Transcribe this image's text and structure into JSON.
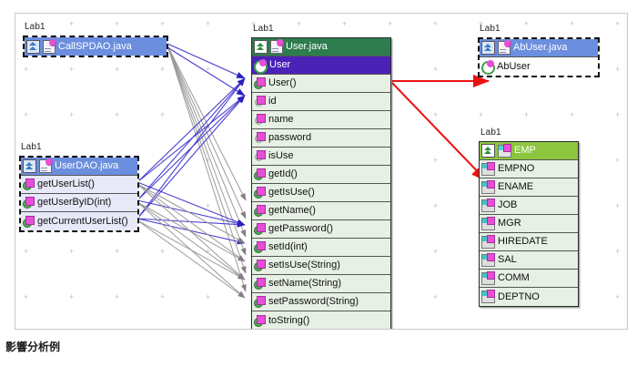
{
  "caption": "影響分析例",
  "canvas": {
    "grid_label": "+",
    "grid_spacing": 50
  },
  "colors": {
    "header_green": "#2e7d4f",
    "header_blue": "#6b8ede",
    "header_lime": "#8cc63f",
    "row_green_light": "#e6f0e4",
    "row_lavender": "#e7e8f8",
    "row_selected_purple": "#4a22b8",
    "impact_arrow_red": "#ee1111",
    "call_edge_blue": "#4a3fd0",
    "call_edge_gray": "#9a9a9a",
    "node_border": "#2b2b2b"
  },
  "nodes": [
    {
      "id": "callspdao",
      "lab": "Lab1",
      "selected": true,
      "header": {
        "text": "CallSPDAO.java",
        "icons": [
          "tree-icon",
          "java-file-icon"
        ],
        "style": "blue"
      },
      "rows": []
    },
    {
      "id": "userdao",
      "lab": "Lab1",
      "selected": true,
      "header": {
        "text": "UserDAO.java",
        "icons": [
          "tree-icon",
          "java-file-icon"
        ],
        "style": "blue"
      },
      "rows": [
        {
          "text": "getUserList()",
          "icon": "method-icon",
          "style": "lavender"
        },
        {
          "text": "getUserByID(int)",
          "icon": "method-icon",
          "style": "lavender"
        },
        {
          "text": "getCurrentUserList()",
          "icon": "method-icon",
          "style": "lavender"
        }
      ]
    },
    {
      "id": "userjava",
      "lab": "Lab1",
      "selected": false,
      "header": {
        "text": "User.java",
        "icons": [
          "tree-icon",
          "java-file-icon"
        ],
        "style": "green"
      },
      "rows": [
        {
          "text": "User",
          "icon": "class-icon",
          "style": "selected"
        },
        {
          "text": "User()",
          "icon": "method-icon",
          "style": "green-light"
        },
        {
          "text": "id",
          "icon": "field-icon",
          "style": "green-light"
        },
        {
          "text": "name",
          "icon": "field-icon",
          "style": "green-light"
        },
        {
          "text": "password",
          "icon": "field-icon",
          "style": "green-light"
        },
        {
          "text": "isUse",
          "icon": "field-icon",
          "style": "green-light"
        },
        {
          "text": "getId()",
          "icon": "method-icon",
          "style": "green-light"
        },
        {
          "text": "getIsUse()",
          "icon": "method-icon",
          "style": "green-light"
        },
        {
          "text": "getName()",
          "icon": "method-icon",
          "style": "green-light"
        },
        {
          "text": "getPassword()",
          "icon": "method-icon",
          "style": "green-light"
        },
        {
          "text": "setId(int)",
          "icon": "method-icon",
          "style": "green-light"
        },
        {
          "text": "setIsUse(String)",
          "icon": "method-icon",
          "style": "green-light"
        },
        {
          "text": "setName(String)",
          "icon": "method-icon",
          "style": "green-light"
        },
        {
          "text": "setPassword(String)",
          "icon": "method-icon",
          "style": "green-light"
        },
        {
          "text": "toString()",
          "icon": "method-icon",
          "style": "green-light"
        }
      ]
    },
    {
      "id": "abuser",
      "lab": "Lab1",
      "selected": true,
      "header": {
        "text": "AbUser.java",
        "icons": [
          "tree-icon",
          "java-file-icon"
        ],
        "style": "blue"
      },
      "rows": [
        {
          "text": "AbUser",
          "icon": "class-icon",
          "style": "white"
        }
      ]
    },
    {
      "id": "emp",
      "lab": "Lab1",
      "selected": false,
      "header": {
        "text": "EMP",
        "icons": [
          "tree-icon",
          "db-table-icon"
        ],
        "style": "lime"
      },
      "rows": [
        {
          "text": "EMPNO",
          "icon": "column-icon",
          "style": "green-light"
        },
        {
          "text": "ENAME",
          "icon": "column-icon",
          "style": "green-light"
        },
        {
          "text": "JOB",
          "icon": "column-icon",
          "style": "green-light"
        },
        {
          "text": "MGR",
          "icon": "column-icon",
          "style": "green-light"
        },
        {
          "text": "HIREDATE",
          "icon": "column-icon",
          "style": "green-light"
        },
        {
          "text": "SAL",
          "icon": "column-icon",
          "style": "green-light"
        },
        {
          "text": "COMM",
          "icon": "column-icon",
          "style": "green-light"
        },
        {
          "text": "DEPTNO",
          "icon": "column-icon",
          "style": "green-light"
        }
      ]
    }
  ],
  "edges": {
    "impact_red": [
      {
        "from": "User.java::User",
        "to": "AbUser.java::AbUser"
      },
      {
        "from": "User.java::User",
        "to": "EMP::EMPNO"
      }
    ],
    "call_blue_count": 12,
    "call_gray_count": 14
  }
}
